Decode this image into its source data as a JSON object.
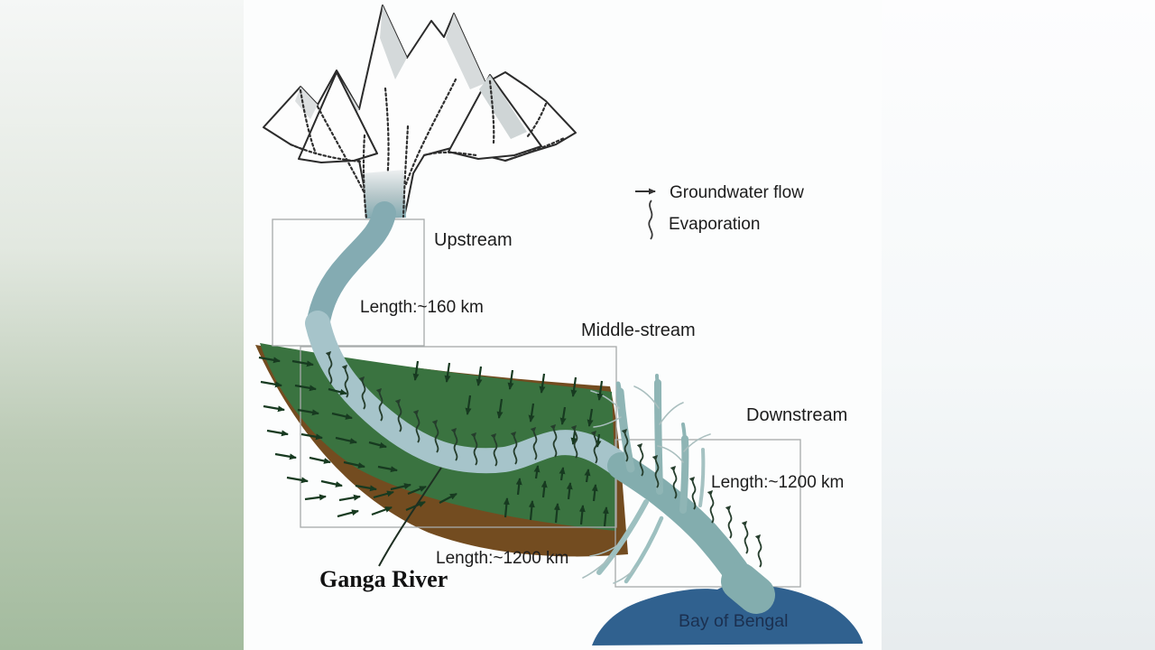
{
  "legend": {
    "groundwater_flow_label": "Groundwater flow",
    "evaporation_label": "Evaporation"
  },
  "regions": {
    "upstream": {
      "label": "Upstream",
      "length": "Length:~160 km"
    },
    "middle_stream": {
      "label": "Middle-stream",
      "length": "Length:~1200 km"
    },
    "downstream": {
      "label": "Downstream",
      "length": "Length:~1200 km"
    }
  },
  "river": {
    "name": "Ganga River"
  },
  "bay": {
    "label": "Bay of Bengal"
  },
  "colors": {
    "upstream_river": "#84abb2",
    "middle_river": "#a6c4ca",
    "downstream_river": "#83adae",
    "floodplain_green": "#3a7340",
    "soil_brown": "#734c20",
    "bay_blue": "#30618f",
    "groundwater_arrow": "#173a20",
    "region_box_border": "#a6aaaa",
    "mountain_ink": "#2b2b2b",
    "left_panel_bottom": "#a3bb9e"
  }
}
